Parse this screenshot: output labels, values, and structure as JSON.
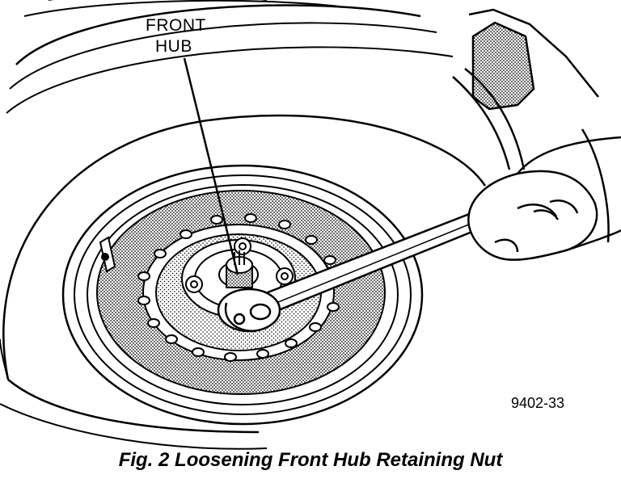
{
  "callout": {
    "line1": "FRONT",
    "line2": "HUB"
  },
  "figure_number": "9402-33",
  "caption": "Fig. 2 Loosening Front Hub Retaining Nut"
}
